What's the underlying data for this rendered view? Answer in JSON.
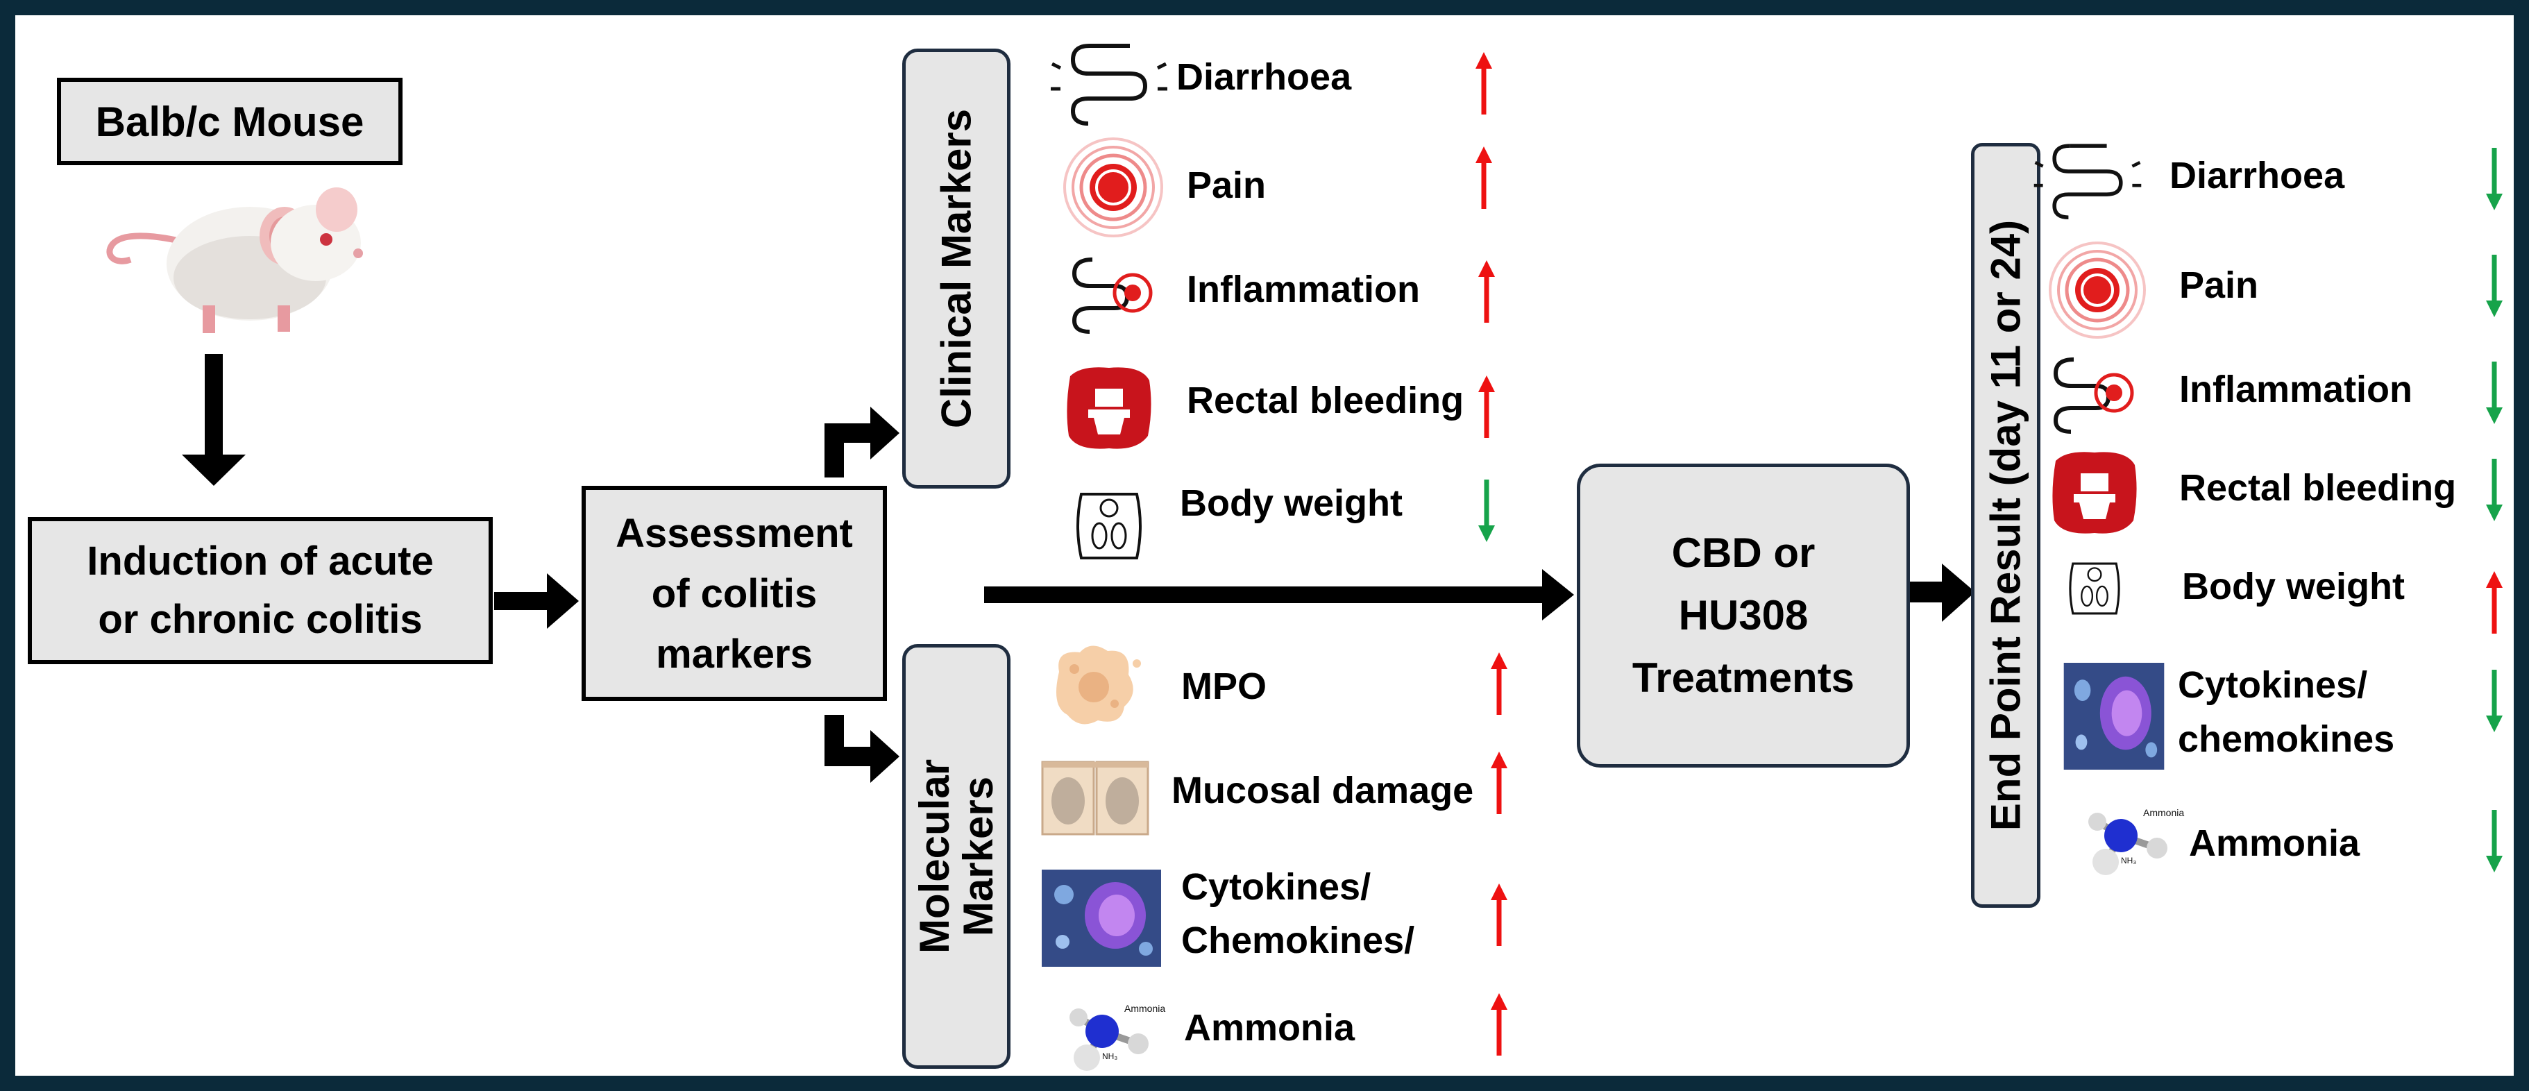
{
  "mouse_box": {
    "label": "Balb/c Mouse"
  },
  "induction_box": {
    "line1": "Induction of acute",
    "line2": "or chronic colitis"
  },
  "assessment_box": {
    "line1": "Assessment",
    "line2": "of colitis",
    "line3": "markers"
  },
  "clinical_panel": {
    "label": "Clinical Markers"
  },
  "molecular_panel": {
    "line1": "Molecular",
    "line2": "Markers"
  },
  "clinical_markers": [
    {
      "label": "Diarrhoea",
      "icon": "intestine-icon",
      "trend": "up"
    },
    {
      "label": "Pain",
      "icon": "pain-target-icon",
      "trend": "up"
    },
    {
      "label": "Inflammation",
      "icon": "inflamed-gut-icon",
      "trend": "up"
    },
    {
      "label": "Rectal bleeding",
      "icon": "toilet-blood-icon",
      "trend": "up"
    },
    {
      "label": "Body weight",
      "icon": "weighing-scale-icon",
      "trend": "down"
    }
  ],
  "molecular_markers": [
    {
      "label": "MPO",
      "icon": "neutrophil-icon",
      "trend": "up"
    },
    {
      "label": "Mucosal damage",
      "icon": "epithelium-icon",
      "trend": "up"
    },
    {
      "line1": "Cytokines/",
      "line2": "Chemokines/",
      "icon": "cell-image-icon",
      "trend": "up"
    },
    {
      "label": "Ammonia",
      "icon": "ammonia-molecule-icon",
      "trend": "up"
    }
  ],
  "treatment_box": {
    "line1": "CBD or",
    "line2": "HU308",
    "line3": "Treatments"
  },
  "endpoint_panel": {
    "label": "End Point Result (day 11 or 24)"
  },
  "endpoint_results": [
    {
      "label": "Diarrhoea",
      "icon": "intestine-icon",
      "trend": "down"
    },
    {
      "label": "Pain",
      "icon": "pain-target-icon",
      "trend": "down"
    },
    {
      "label": "Inflammation",
      "icon": "inflamed-gut-icon",
      "trend": "down"
    },
    {
      "label": "Rectal bleeding",
      "icon": "toilet-blood-icon",
      "trend": "down"
    },
    {
      "label": "Body weight",
      "icon": "weighing-scale-icon",
      "trend": "up"
    },
    {
      "line1": "Cytokines/",
      "line2": "chemokines",
      "icon": "cell-image-icon",
      "trend": "down"
    },
    {
      "label": "Ammonia",
      "icon": "ammonia-molecule-icon",
      "trend": "down"
    }
  ],
  "ammonia_icon_text": {
    "name": "Ammonia",
    "formula": "NH₃"
  },
  "colors": {
    "increase_arrow": "#ee1111",
    "decrease_arrow": "#16a34a",
    "box_fill": "#e6e6e6",
    "frame": "#0b2a3a"
  }
}
